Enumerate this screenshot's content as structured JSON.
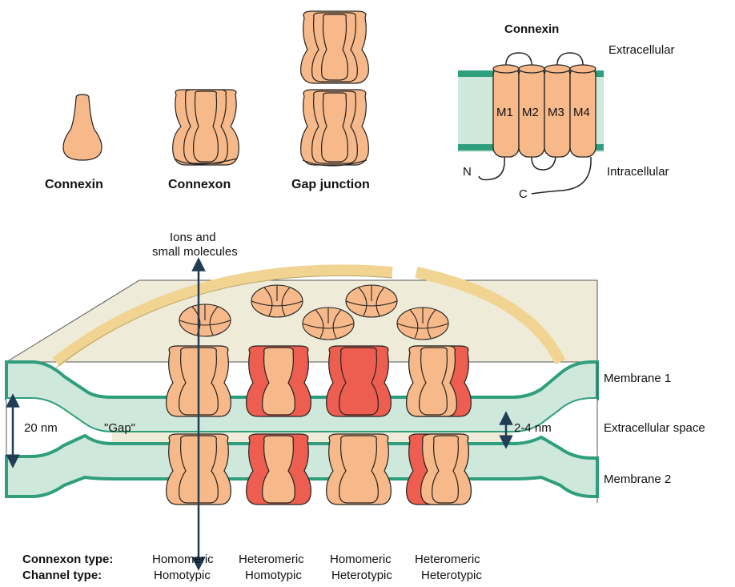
{
  "top_row": {
    "connexin_label": "Connexin",
    "connexon_label": "Connexon",
    "gap_junction_label": "Gap junction"
  },
  "topology": {
    "title": "Connexin",
    "extracellular": "Extracellular",
    "intracellular": "Intracellular",
    "n_terminus": "N",
    "c_terminus": "C",
    "segments": [
      "M1",
      "M2",
      "M3",
      "M4"
    ]
  },
  "main": {
    "flow_label_line1": "Ions and",
    "flow_label_line2": "small molecules",
    "gap_label": "\"Gap\"",
    "distance_20": "20 nm",
    "distance_2_4": "2-4 nm",
    "membrane1": "Membrane 1",
    "extracellular_space": "Extracellular space",
    "membrane2": "Membrane 2"
  },
  "table": {
    "connexon_type_heading": "Connexon type:",
    "channel_type_heading": "Channel type:",
    "connexon_types": [
      "Homomeric",
      "Heteromeric",
      "Homomeric",
      "Heteromeric"
    ],
    "channel_types": [
      "Homotypic",
      "Homotypic",
      "Heterotypic",
      "Heterotypic"
    ]
  },
  "colors": {
    "peach": "#f7b98a",
    "red": "#ee5e50",
    "membrane_teal": "#2e9e7c",
    "membrane_fill": "#cfe8dc",
    "plane_fill": "#efebd9",
    "band_fill": "#f1d491",
    "arrow": "#1f3d55"
  }
}
